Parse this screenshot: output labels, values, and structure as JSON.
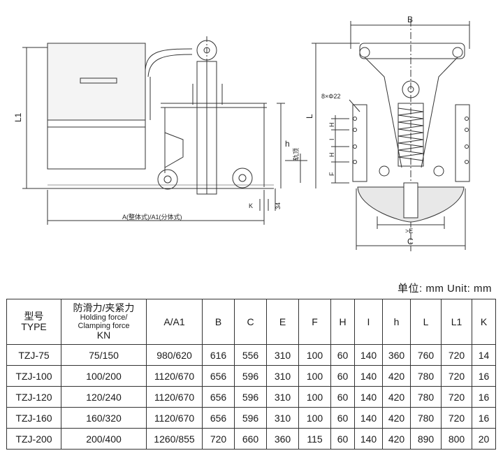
{
  "drawing": {
    "labels": {
      "L1": "L1",
      "h_side": "h",
      "K": "K",
      "dim34": "34",
      "A": "A(整体式)/A1(分体式)",
      "B": "B",
      "L": "L",
      "holes": "8×Φ22",
      "H1": "H",
      "I": "I",
      "H2": "H",
      "F": "F",
      "rail": "轨顶",
      "E": ">E",
      "C": "C"
    }
  },
  "unit_line": "单位: mm Unit: mm",
  "table": {
    "head": {
      "type_cn": "型号",
      "type_en": "TYPE",
      "force_cn": "防滑力/夹紧力",
      "force_en1": "Holding force/",
      "force_en2": "Clamping force",
      "force_unit": "KN",
      "cols": [
        "A/A1",
        "B",
        "C",
        "E",
        "F",
        "H",
        "I",
        "h",
        "L",
        "L1",
        "K"
      ]
    },
    "rows": [
      [
        "TZJ-75",
        "75/150",
        "980/620",
        "616",
        "556",
        "310",
        "100",
        "60",
        "140",
        "360",
        "760",
        "720",
        "14"
      ],
      [
        "TZJ-100",
        "100/200",
        "1120/670",
        "656",
        "596",
        "310",
        "100",
        "60",
        "140",
        "420",
        "780",
        "720",
        "16"
      ],
      [
        "TZJ-120",
        "120/240",
        "1120/670",
        "656",
        "596",
        "310",
        "100",
        "60",
        "140",
        "420",
        "780",
        "720",
        "16"
      ],
      [
        "TZJ-160",
        "160/320",
        "1120/670",
        "656",
        "596",
        "310",
        "100",
        "60",
        "140",
        "420",
        "780",
        "720",
        "16"
      ],
      [
        "TZJ-200",
        "200/400",
        "1260/855",
        "720",
        "660",
        "360",
        "115",
        "60",
        "140",
        "420",
        "890",
        "800",
        "20"
      ]
    ]
  }
}
